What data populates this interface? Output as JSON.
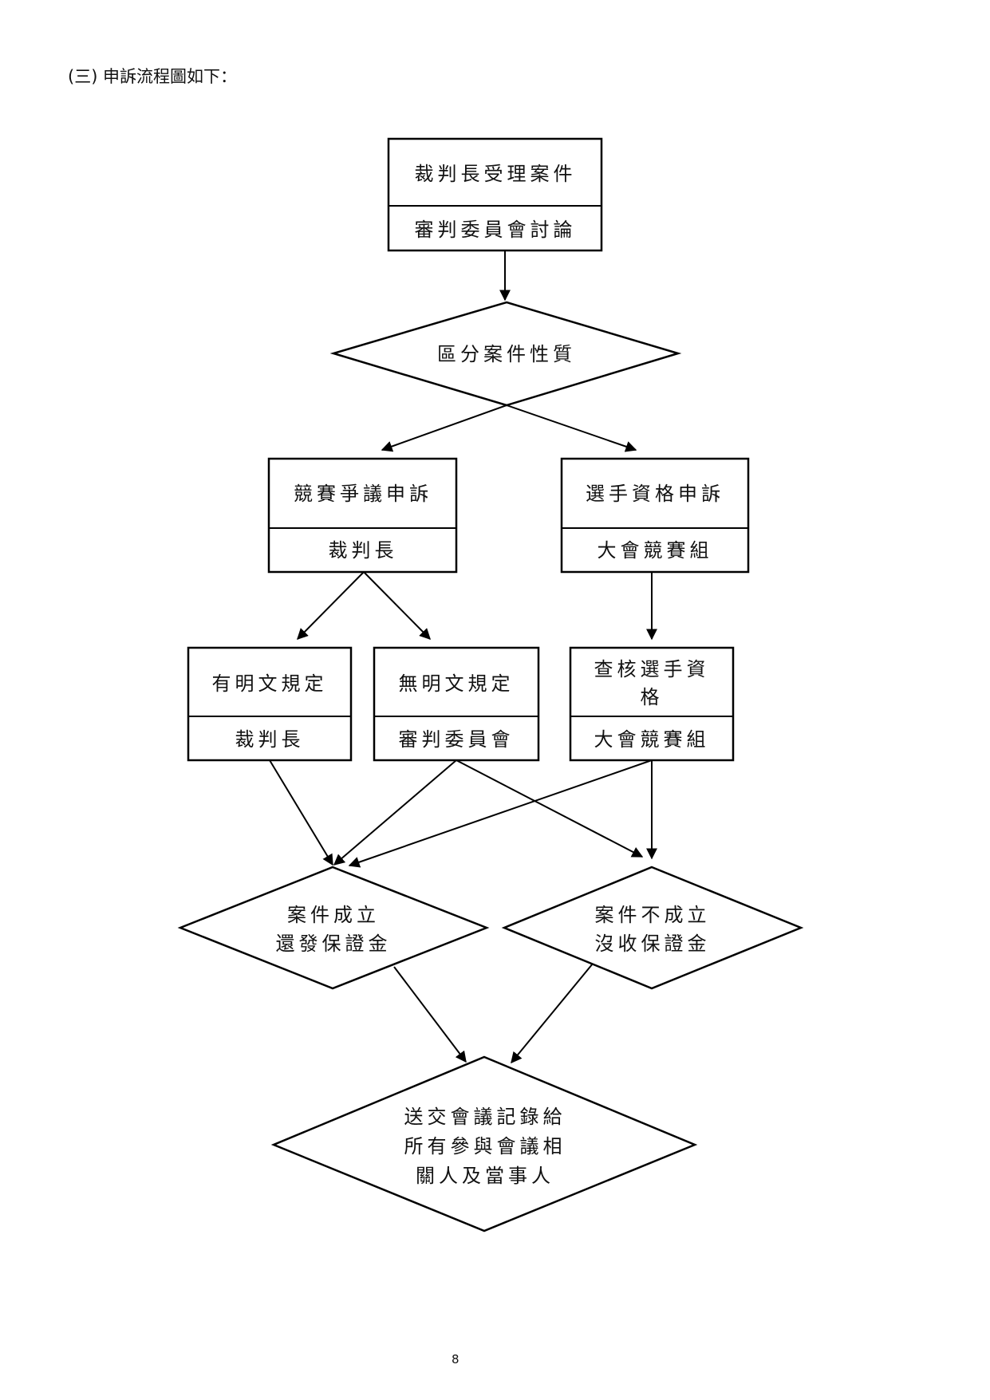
{
  "heading": "(三) 申訴流程圖如下：",
  "page_number": "8",
  "nodes": {
    "start": {
      "top": "裁判長受理案件",
      "bottom": "審判委員會討論"
    },
    "classify": {
      "label": "區分案件性質"
    },
    "competition_dispute": {
      "top": "競賽爭議申訴",
      "bottom": "裁判長"
    },
    "athlete_eligibility": {
      "top": "選手資格申訴",
      "bottom": "大會競賽組"
    },
    "explicit_rule": {
      "top": "有明文規定",
      "bottom": "裁判長"
    },
    "no_explicit_rule": {
      "top": "無明文規定",
      "bottom": "審判委員會"
    },
    "verify_eligibility": {
      "top_line1": "查核選手資",
      "top_line2": "格",
      "bottom": "大會競賽組"
    },
    "case_upheld": {
      "line1": "案件成立",
      "line2": "還發保證金"
    },
    "case_rejected": {
      "line1": "案件不成立",
      "line2": "沒收保證金"
    },
    "send_minutes": {
      "line1": "送交會議記錄給",
      "line2": "所有參與會議相",
      "line3": "關人及當事人"
    }
  }
}
